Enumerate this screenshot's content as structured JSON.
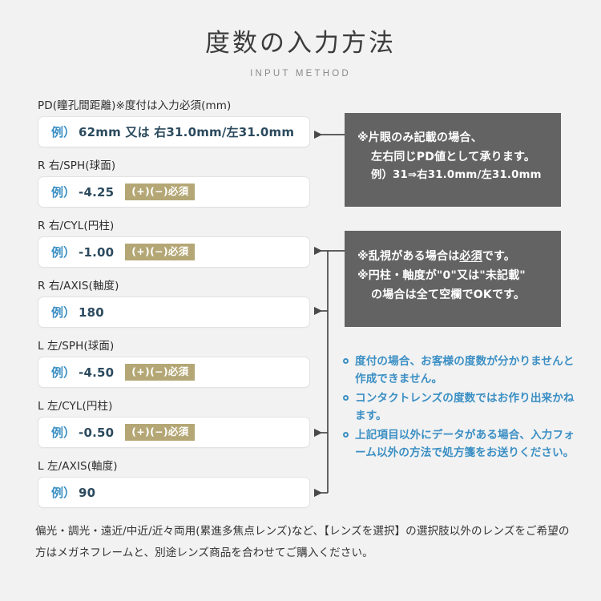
{
  "header": {
    "title": "度数の入力方法",
    "subtitle": "INPUT METHOD"
  },
  "colors": {
    "background": "#f2f2f2",
    "accent_blue": "#3b8fc4",
    "value_text": "#2b4a5e",
    "badge_khaki": "#b4a775",
    "callout_gray": "#636363",
    "field_border": "#e2e2e2"
  },
  "form": {
    "fields": [
      {
        "label": "PD(瞳孔間距離)※度付は入力必須(mm)",
        "example_prefix": "例）",
        "example_value": "62mm 又は 右31.0mm/左31.0mm",
        "badge": ""
      },
      {
        "label": "R 右/SPH(球面)",
        "example_prefix": "例）",
        "example_value": "-4.25",
        "badge": "(+)(−)必須"
      },
      {
        "label": "R 右/CYL(円柱)",
        "example_prefix": "例）",
        "example_value": "-1.00",
        "badge": "(+)(−)必須"
      },
      {
        "label": "R 右/AXIS(軸度)",
        "example_prefix": "例）",
        "example_value": "180",
        "badge": ""
      },
      {
        "label": "L 左/SPH(球面)",
        "example_prefix": "例）",
        "example_value": "-4.50",
        "badge": "(+)(−)必須"
      },
      {
        "label": "L 左/CYL(円柱)",
        "example_prefix": "例）",
        "example_value": "-0.50",
        "badge": "(+)(−)必須"
      },
      {
        "label": "L 左/AXIS(軸度)",
        "example_prefix": "例）",
        "example_value": "90",
        "badge": ""
      }
    ]
  },
  "callouts": {
    "pd": {
      "line1": "※片眼のみ記載の場合、",
      "line2": "左右同じPD値として承ります。",
      "line3": "例）31⇒右31.0mm/左31.0mm"
    },
    "cyl": {
      "line1_a": "※乱視がある場合は",
      "line1_underline": "必須",
      "line1_b": "です。",
      "line2": "※円柱・軸度が\"0\"又は\"未記載\"",
      "line3": "の場合は全て空欄でOKです。"
    }
  },
  "notes": {
    "items": [
      "度付の場合、お客様の度数が分かりませんと作成できません。",
      "コンタクトレンズの度数ではお作り出来かねます。",
      "上記項目以外にデータがある場合、入力フォーム以外の方法で処方箋をお送りください。"
    ]
  },
  "footer": {
    "text": "偏光・調光・遠近/中近/近々両用(累進多焦点レンズ)など、【レンズを選択】の選択肢以外のレンズをご希望の方はメガネフレームと、別途レンズ商品を合わせてご購入ください。"
  }
}
